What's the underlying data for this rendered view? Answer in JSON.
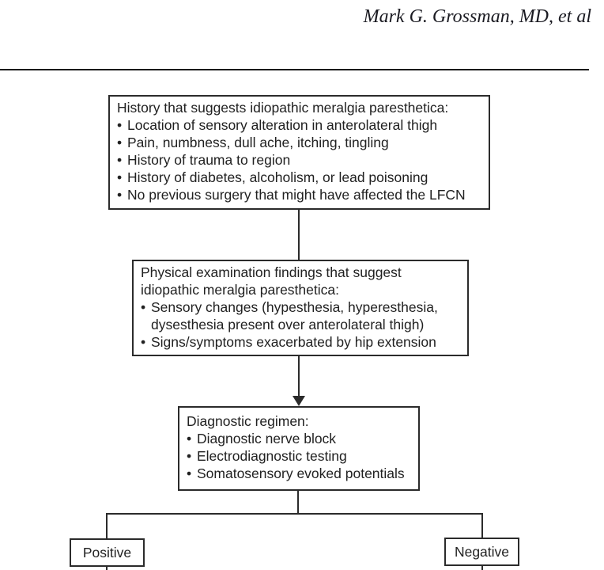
{
  "header": {
    "author_line": "Mark G. Grossman, MD, et al"
  },
  "flowchart": {
    "bullet_glyph": "•",
    "history_box": {
      "title": "History that suggests idiopathic meralgia paresthetica:",
      "bullets": [
        "Location of sensory alteration in anterolateral thigh",
        "Pain, numbness, dull ache, itching, tingling",
        "History of trauma to region",
        "History of diabetes, alcoholism, or lead poisoning",
        "No previous surgery that might have affected the LFCN"
      ]
    },
    "physical_exam_box": {
      "title": "Physical examination findings that suggest idiopathic meralgia paresthetica:",
      "bullets": [
        "Sensory changes (hypesthesia, hyperesthesia, dysesthesia present over anterolateral thigh)",
        "Signs/symptoms exacerbated by hip extension"
      ]
    },
    "diagnostic_box": {
      "title": "Diagnostic regimen:",
      "bullets": [
        "Diagnostic nerve block",
        "Electrodiagnostic testing",
        "Somatosensory evoked potentials"
      ]
    },
    "positive_label": "Positive",
    "negative_label": "Negative"
  },
  "colors": {
    "line": "#2b2b2b",
    "text": "#212121"
  }
}
